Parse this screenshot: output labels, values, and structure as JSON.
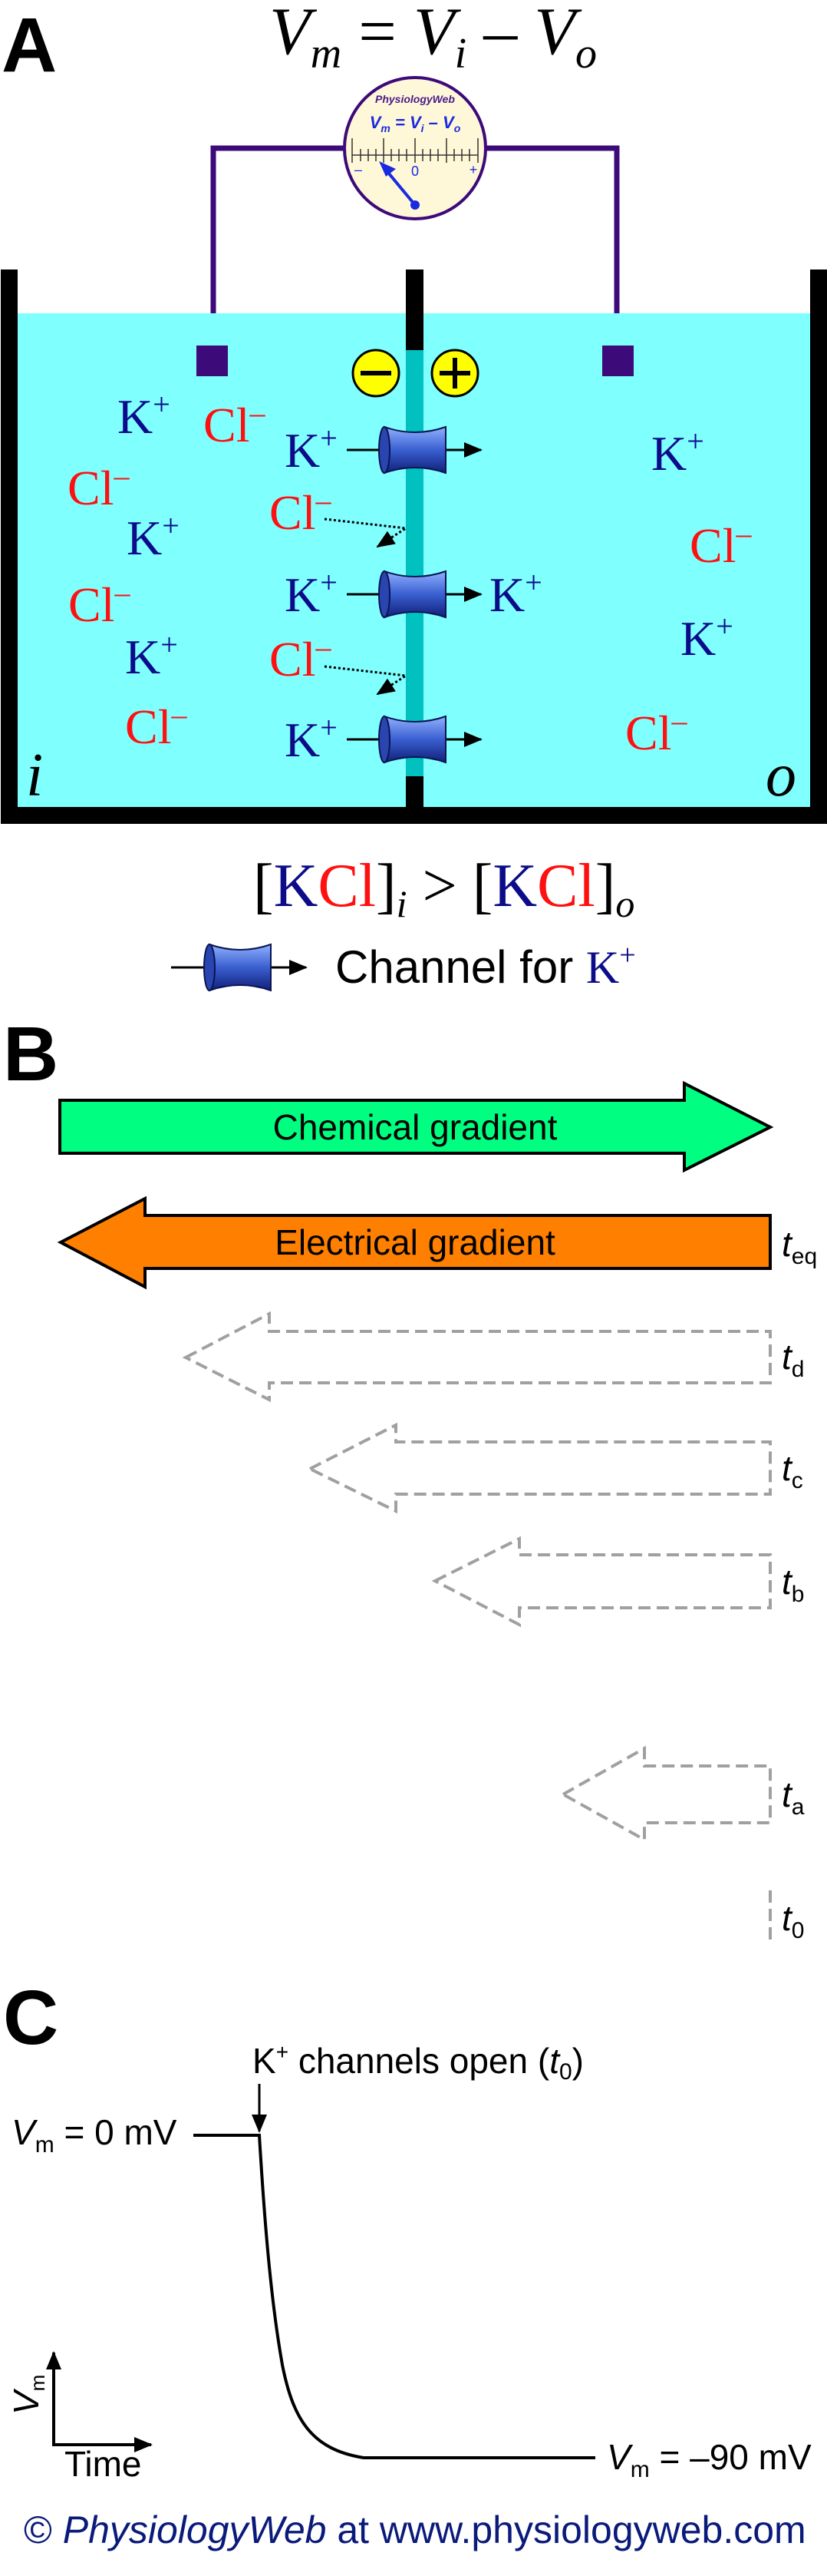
{
  "panels": {
    "a": "A",
    "b": "B",
    "c": "C"
  },
  "equation": {
    "v1": "V",
    "s1": "m",
    "eq": " = ",
    "v2": "V",
    "s2": "i",
    "minus": " – ",
    "v3": "V",
    "s3": "o"
  },
  "meter": {
    "brand": "PhysiologyWeb",
    "formula": {
      "v1": "V",
      "s1": "m",
      "rest": " = ",
      "v2": "V",
      "s2": "i",
      "minus": " – ",
      "v3": "V",
      "s3": "o"
    },
    "scale": {
      "neg": "–",
      "zero": "0",
      "pos": "+"
    },
    "needle_direction": "negative"
  },
  "membrane_charges": {
    "inside": "–",
    "outside": "+"
  },
  "ions": {
    "k": {
      "base": "K",
      "charge": "+"
    },
    "cl": {
      "base": "Cl",
      "charge": "–"
    }
  },
  "compartments": {
    "inside": "i",
    "outside": "o"
  },
  "concentration": {
    "lb": "[",
    "k": "K",
    "cl": "Cl",
    "rb": "]",
    "si": "i",
    "gt": " > ",
    "so": "o"
  },
  "legend": {
    "text": "Channel for ",
    "k": "K",
    "charge": "+"
  },
  "gradients": {
    "chemical": "Chemical gradient",
    "electrical": "Electrical gradient",
    "times": [
      {
        "t": "t",
        "sub": "eq"
      },
      {
        "t": "t",
        "sub": "d"
      },
      {
        "t": "t",
        "sub": "c"
      },
      {
        "t": "t",
        "sub": "b"
      },
      {
        "t": "t",
        "sub": "a"
      },
      {
        "t": "t",
        "sub": "0"
      }
    ]
  },
  "trace": {
    "event": {
      "pre": "K",
      "sup": "+",
      "mid": " channels open (",
      "t": "t",
      "sub": "0",
      "post": ")"
    },
    "start": {
      "v": "V",
      "sub": "m",
      "rest": " = 0 mV"
    },
    "end": {
      "v": "V",
      "sub": "m",
      "rest": " = –90 mV"
    },
    "axis_y": {
      "v": "V",
      "sub": "m"
    },
    "axis_x": "Time"
  },
  "footer": {
    "copy": "© ",
    "brand": "PhysiologyWeb",
    "rest": " at www.physiologyweb.com"
  },
  "colors": {
    "water": "#80ffff",
    "membrane": "#00c0c0",
    "potassium": "#0c0c8a",
    "chloride": "#ff1010",
    "chemical": "#00ff80",
    "electrical": "#ff8000",
    "wire": "#3d0a7a"
  }
}
